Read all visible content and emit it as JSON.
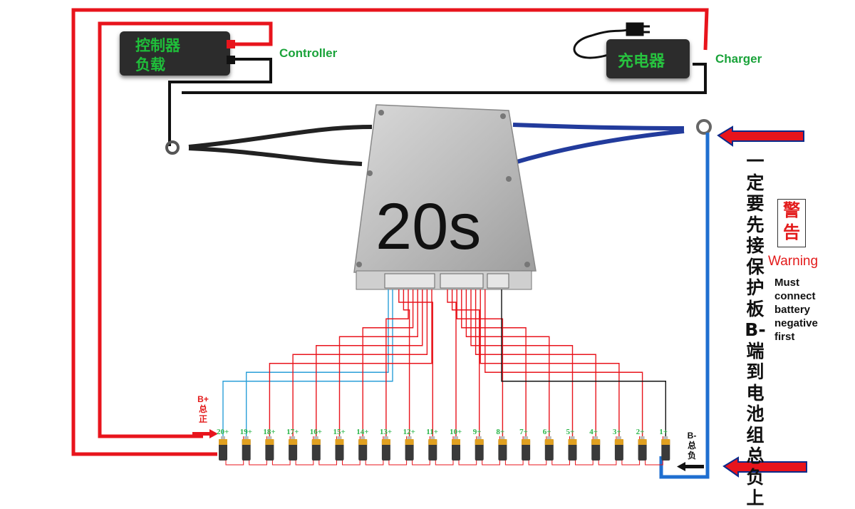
{
  "controller": {
    "cn_line1": "控制器",
    "cn_line2": "负载",
    "label": "Controller"
  },
  "charger": {
    "cn": "充电器",
    "label": "Charger"
  },
  "bms": {
    "label": "20s"
  },
  "warning": {
    "vertical_text": [
      "一",
      "定",
      "要",
      "先",
      "接",
      "保",
      "护",
      "板",
      "B-",
      "端",
      "到",
      "电",
      "池",
      "组",
      "总",
      "负",
      "上"
    ],
    "badge": [
      "警",
      "告"
    ],
    "title": "Warning",
    "lines": [
      "Must",
      "connect",
      "battery",
      "negative",
      "first"
    ]
  },
  "terminals": {
    "b_plus": [
      "B+",
      "总",
      "正"
    ],
    "b_minus": [
      "B-",
      "总",
      "负"
    ]
  },
  "cells": [
    "20+",
    "19+",
    "18+",
    "17+",
    "16+",
    "15+",
    "14+",
    "13+",
    "12+",
    "11+",
    "10+",
    "9+",
    "8+",
    "7+",
    "6+",
    "5+",
    "4+",
    "3+",
    "2+",
    "1+"
  ],
  "colors": {
    "red": "#e8141c",
    "blue": "#1f6fd0",
    "black": "#111111",
    "green": "#1aa33a",
    "cable_blue": "#223b9c"
  }
}
